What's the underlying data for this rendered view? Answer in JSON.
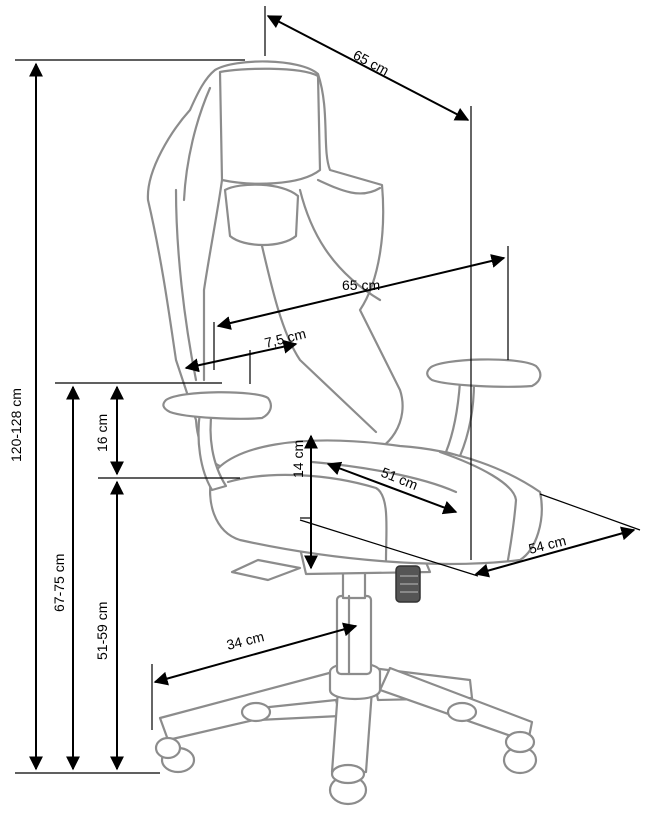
{
  "dimensions": {
    "total_height": "120-128 cm",
    "armrest_height": "67-75 cm",
    "seat_height": "51-59 cm",
    "armrest_adjust": "16 cm",
    "seat_thickness": "14 cm",
    "top_depth": "65 cm",
    "width": "65 cm",
    "armrest_width": "7,5 cm",
    "seat_depth": "51 cm",
    "seat_width": "54 cm",
    "base_radius": "34 cm"
  }
}
